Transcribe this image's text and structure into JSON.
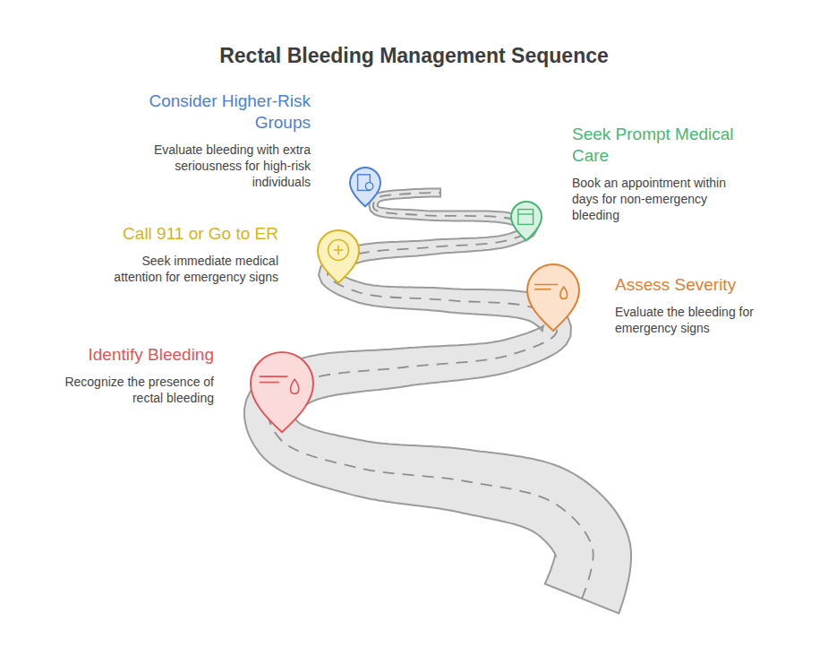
{
  "diagram": {
    "title": "Rectal Bleeding Management Sequence",
    "nodes": [
      {
        "text": [
          "Identify Bleeding",
          "Recognize the presence of rectal bleeding"
        ]
      },
      {
        "text": [
          "Assess Severity",
          "Evaluate the bleeding for emergency signs"
        ]
      },
      {
        "text": [
          "Call 911 or Go to ER",
          "Seek immediate medical attention for emergency signs"
        ]
      },
      {
        "text": [
          "Seek Prompt Medical Care",
          "Book an appointment within days for non-emergency bleeding"
        ]
      },
      {
        "text": [
          "Consider Higher-Risk Groups",
          "Evaluate bleeding with extra seriousness for high-risk individuals"
        ]
      }
    ]
  }
}
